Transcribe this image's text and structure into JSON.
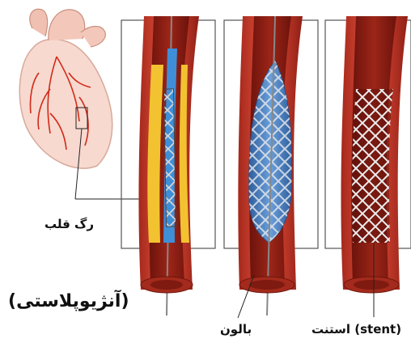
{
  "labels": {
    "coronary_artery": "رگ قلب",
    "procedure": "(آنژیوپلاستی)",
    "balloon": "بالون",
    "stent": "استنت (stent)"
  },
  "colors": {
    "vessel_outer": "#c0392b",
    "vessel_inner": "#8e1b12",
    "plaque": "#f1c40f",
    "catheter": "#3f8fd8",
    "balloon": "#4a7fbe",
    "stent_mesh": "#e8e8e8",
    "heart": "#f6d6cc",
    "heart_vessels": "#d22a1a"
  },
  "icons": [
    "heart-illustration",
    "catheter-panel",
    "balloon-panel",
    "stent-panel"
  ]
}
